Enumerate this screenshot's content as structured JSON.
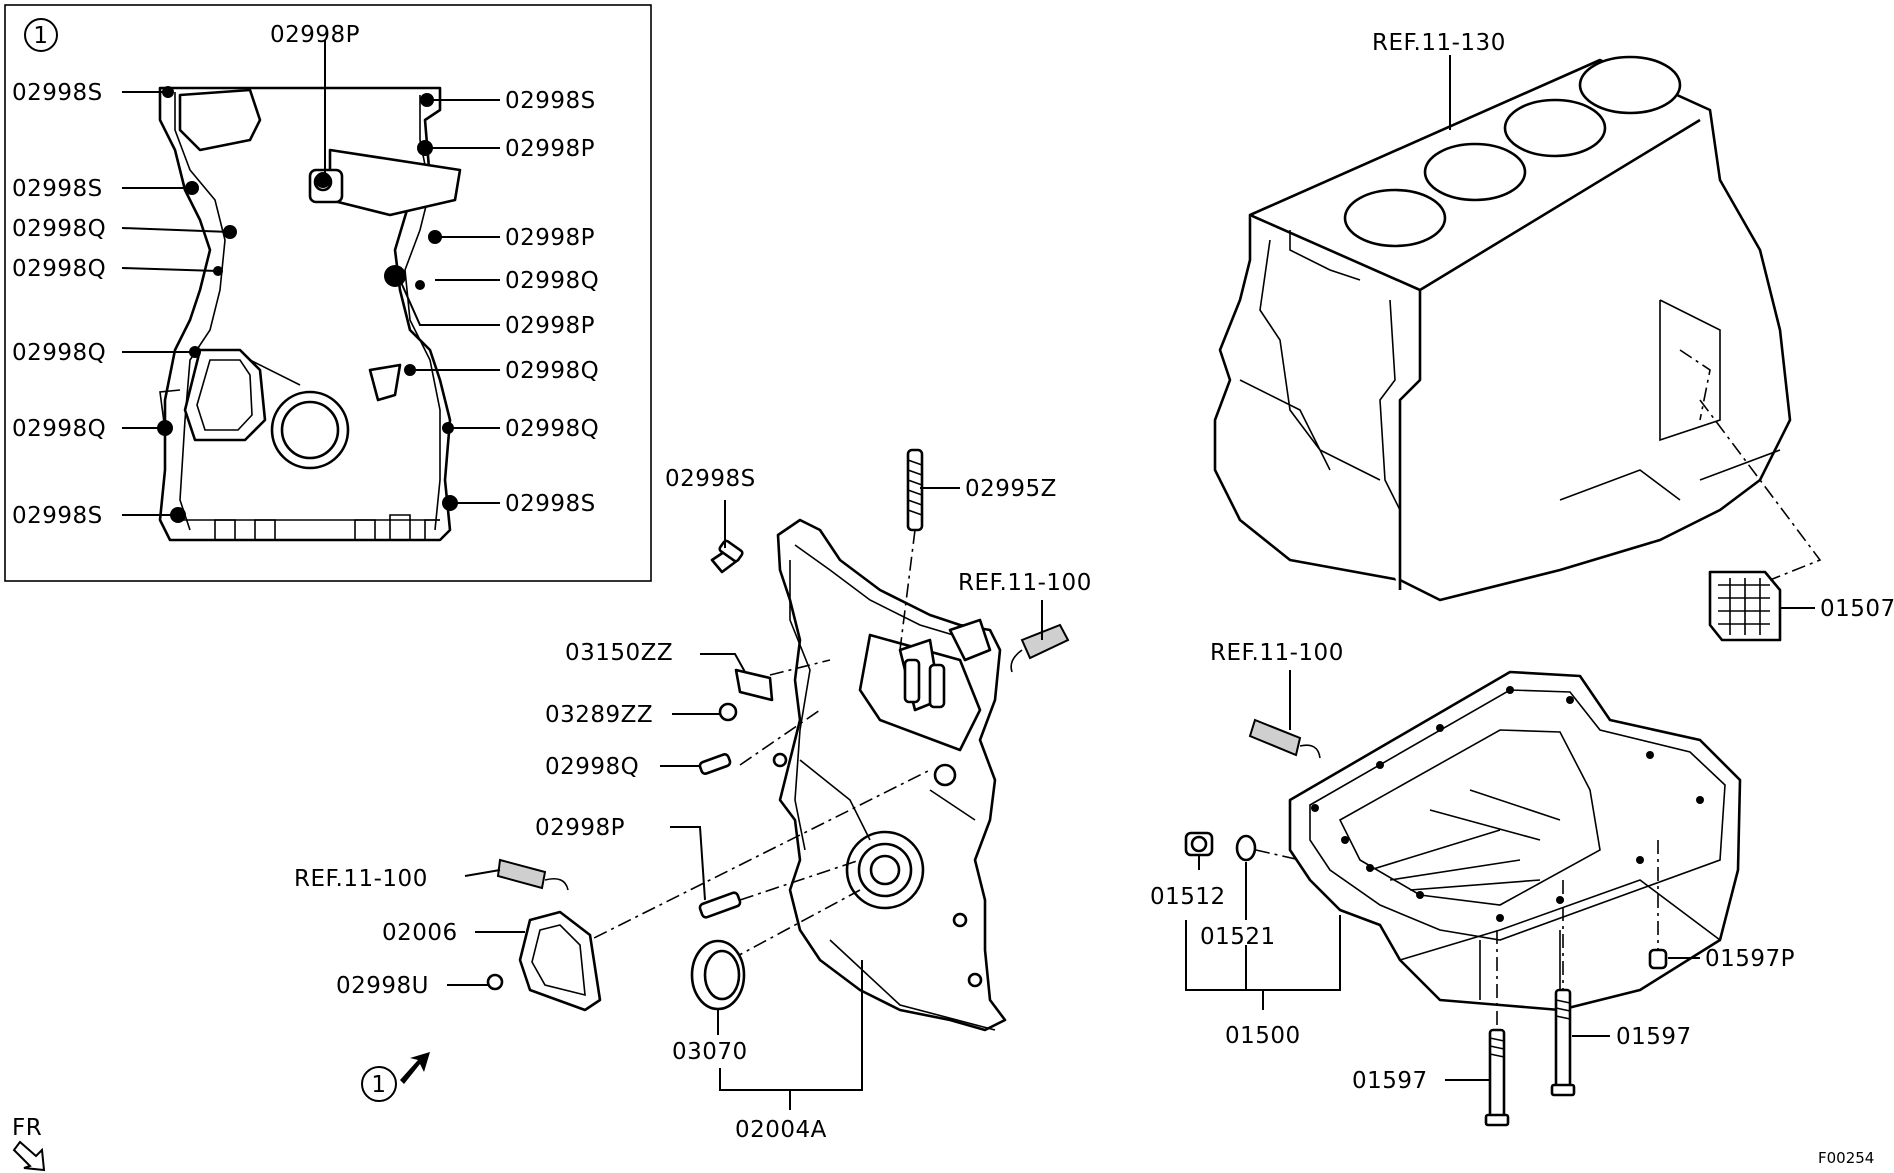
{
  "diagram": {
    "inset_marker": "1",
    "fr_label": "FR",
    "figure_code": "F00254",
    "inset_labels": {
      "s_top_left": "02998S",
      "p_top": "02998P",
      "s_top_right": "02998S",
      "p_right_1": "02998P",
      "s_left_2": "02998S",
      "q_left_1": "02998Q",
      "p_right_2": "02998P",
      "q_left_2": "02998Q",
      "q_right_1": "02998Q",
      "p_right_3": "02998P",
      "q_left_3": "02998Q",
      "q_right_2": "02998Q",
      "q_left_4": "02998Q",
      "q_right_3": "02998Q",
      "s_bottom_left": "02998S",
      "s_bottom_right": "02998S"
    },
    "main_labels": {
      "ref_block": "REF.11-130",
      "part_02998S": "02998S",
      "part_02995Z": "02995Z",
      "ref_cover": "REF.11-100",
      "part_03150ZZ": "03150ZZ",
      "part_03289ZZ": "03289ZZ",
      "part_02998Q": "02998Q",
      "part_02998P": "02998P",
      "ref_left": "REF.11-100",
      "part_02006": "02006",
      "part_02998U": "02998U",
      "part_03070": "03070",
      "part_02004A": "02004A",
      "view_marker": "1",
      "part_01507": "01507",
      "ref_pan": "REF.11-100",
      "part_01512": "01512",
      "part_01521": "01521",
      "part_01500": "01500",
      "part_01597P": "01597P",
      "part_01597_right": "01597",
      "part_01597_left": "01597"
    }
  }
}
